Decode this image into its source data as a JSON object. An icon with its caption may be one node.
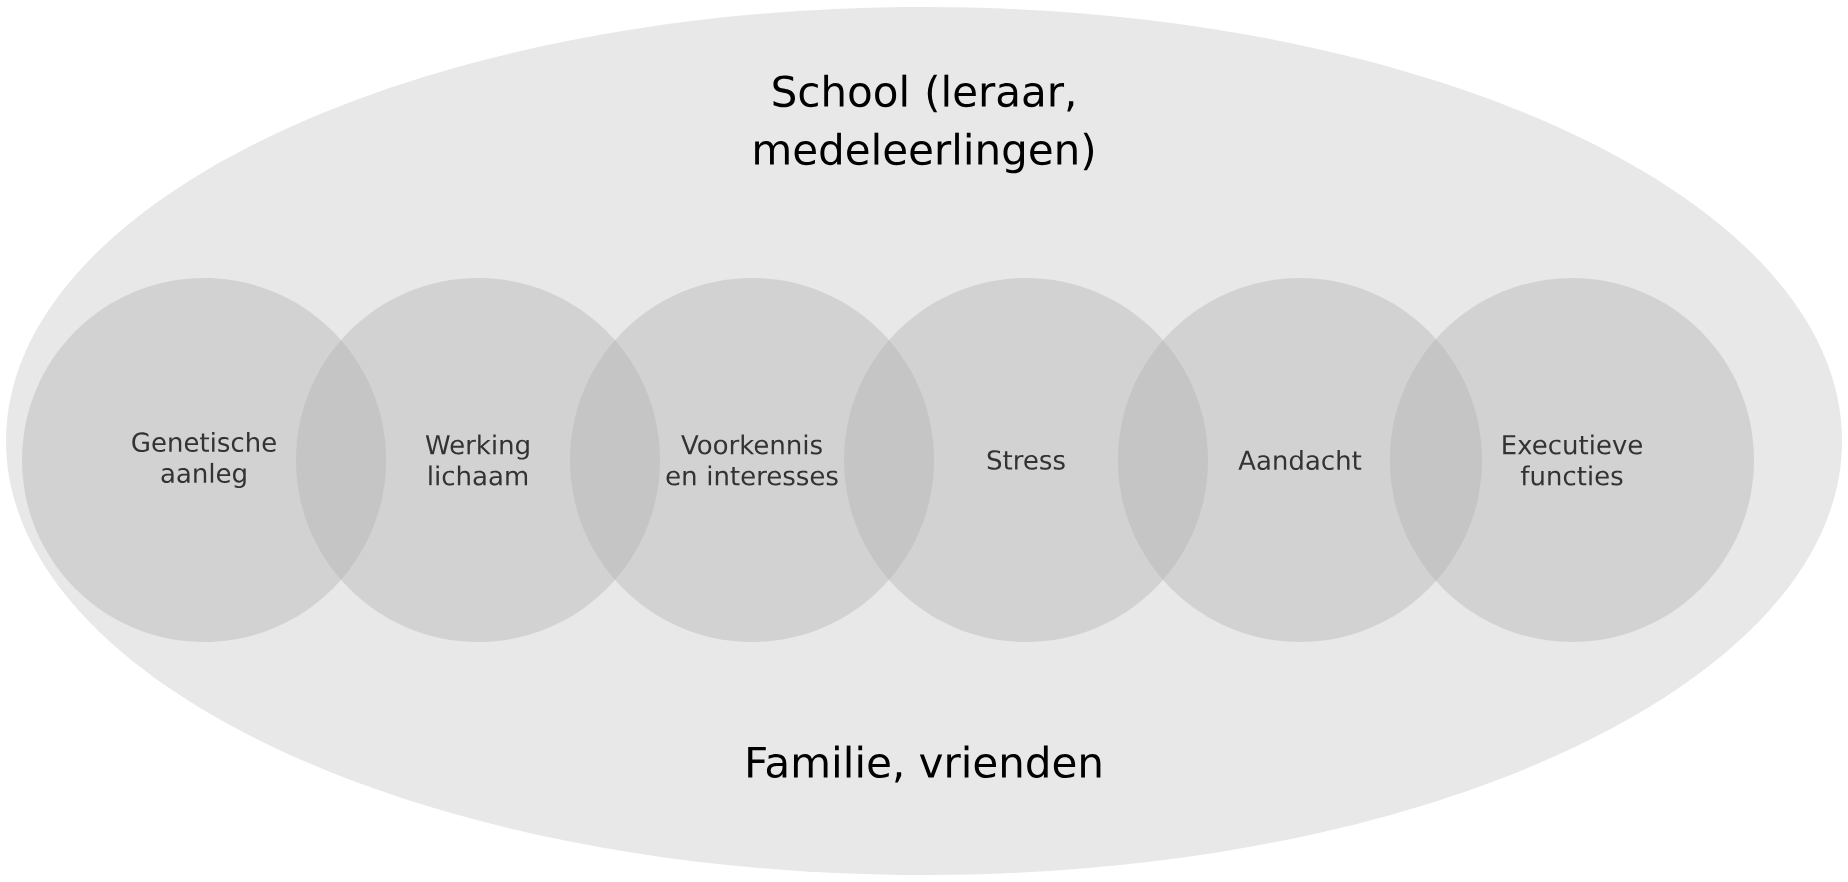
{
  "diagram": {
    "nodes": [
      {
        "text": [
          "School (leraar, medeleerlingen)",
          "Familie, vrienden"
        ]
      },
      {
        "text": [
          "Genetische aanleg"
        ],
        "in": 0
      },
      {
        "text": [
          "Werking lichaam"
        ],
        "in": 0
      },
      {
        "text": [
          "Voorkennis en interesses"
        ],
        "in": 0
      },
      {
        "text": [
          "Stress"
        ],
        "in": 0
      },
      {
        "text": [
          "Aandacht"
        ],
        "in": 0
      },
      {
        "text": [
          "Executieve functies"
        ],
        "in": 0
      }
    ]
  }
}
